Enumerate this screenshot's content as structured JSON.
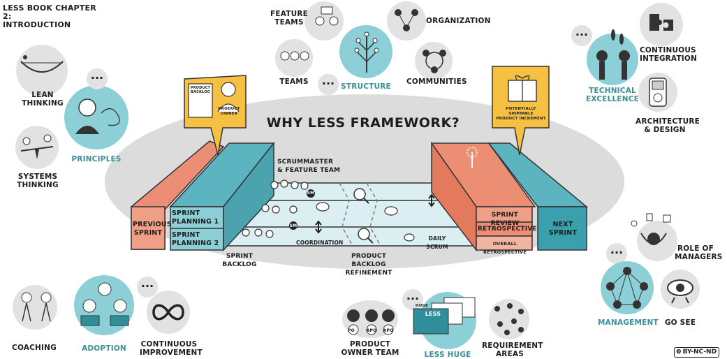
{
  "header": {
    "book_title": "LeSS BOOK CHAPTER 2:",
    "book_subtitle": "INTRODUCTION"
  },
  "center": {
    "title": "WHY LeSS FRAMEWORK?"
  },
  "sprint": {
    "previous_sprint": [
      "PREVIOUS",
      "SPRINT"
    ],
    "next_sprint": [
      "NEXT",
      "SPRINT"
    ],
    "planning_1": [
      "SPRINT",
      "PLANNING 1"
    ],
    "planning_2": [
      "SPRINT",
      "PLANNING 2"
    ],
    "sprint_review": "SPRINT REVIEW",
    "retrospective": "RETROSPECTIVE",
    "overall_retrospective": "OVERALL RETROSPECTIVE",
    "scrummaster_team": [
      "SCRUMMASTER",
      "& FEATURE TEAM"
    ],
    "coordination": "COORDINATION",
    "daily_scrum": "DAILY SCRUM",
    "sprint_backlog": [
      "SPRINT",
      "BACKLOG"
    ],
    "pbr": [
      "PRODUCT",
      "BACKLOG",
      "REFINEMENT"
    ],
    "product_backlog_sign": [
      "PRODUCT",
      "BACKLOG"
    ],
    "product_owner_sign": [
      "PRODUCT",
      "OWNER"
    ],
    "increment_sign": [
      "POTENTIALLY SHIPPABLE",
      "PRODUCT INCREMENT"
    ],
    "sm_badge": "SM"
  },
  "topics": {
    "lean_thinking": [
      "LEAN",
      "THINKING"
    ],
    "systems_thinking": [
      "SYSTEMS",
      "THINKING"
    ],
    "principles": "PRINCIPLES",
    "feature_teams": [
      "FEATURE",
      "TEAMS"
    ],
    "teams": "TEAMS",
    "structure": "STRUCTURE",
    "organization": "ORGANIZATION",
    "communities": "COMMUNITIES",
    "technical_excellence": [
      "TECHNICAL",
      "EXCELLENCE"
    ],
    "continuous_integration": [
      "CONTINUOUS",
      "INTEGRATION"
    ],
    "architecture_design": [
      "ARCHITECTURE",
      "& DESIGN"
    ],
    "role_of_managers": [
      "ROLE OF",
      "MANAGERS"
    ],
    "management": "MANAGEMENT",
    "go_see": "GO SEE",
    "coaching": "COACHING",
    "adoption": "ADOPTION",
    "continuous_improvement": [
      "CONTINUOUS",
      "IMPROVEMENT"
    ],
    "product_owner_team": [
      "PRODUCT",
      "OWNER TEAM"
    ],
    "less_huge": "LESS HUGE",
    "requirement_areas": [
      "REQUIREMENT",
      "AREAS"
    ],
    "po_badge": "PO",
    "apo_badge": "APO",
    "less_badge": "LeSS",
    "huge_badge": "HUGE",
    "more_dots": "..."
  },
  "license": "BY-NC-ND",
  "colors": {
    "teal": "#2f8e99",
    "teal_light": "#8ccfd6",
    "salmon": "#ec8e73",
    "gold": "#f6c043",
    "grey": "#e2e2e2"
  }
}
